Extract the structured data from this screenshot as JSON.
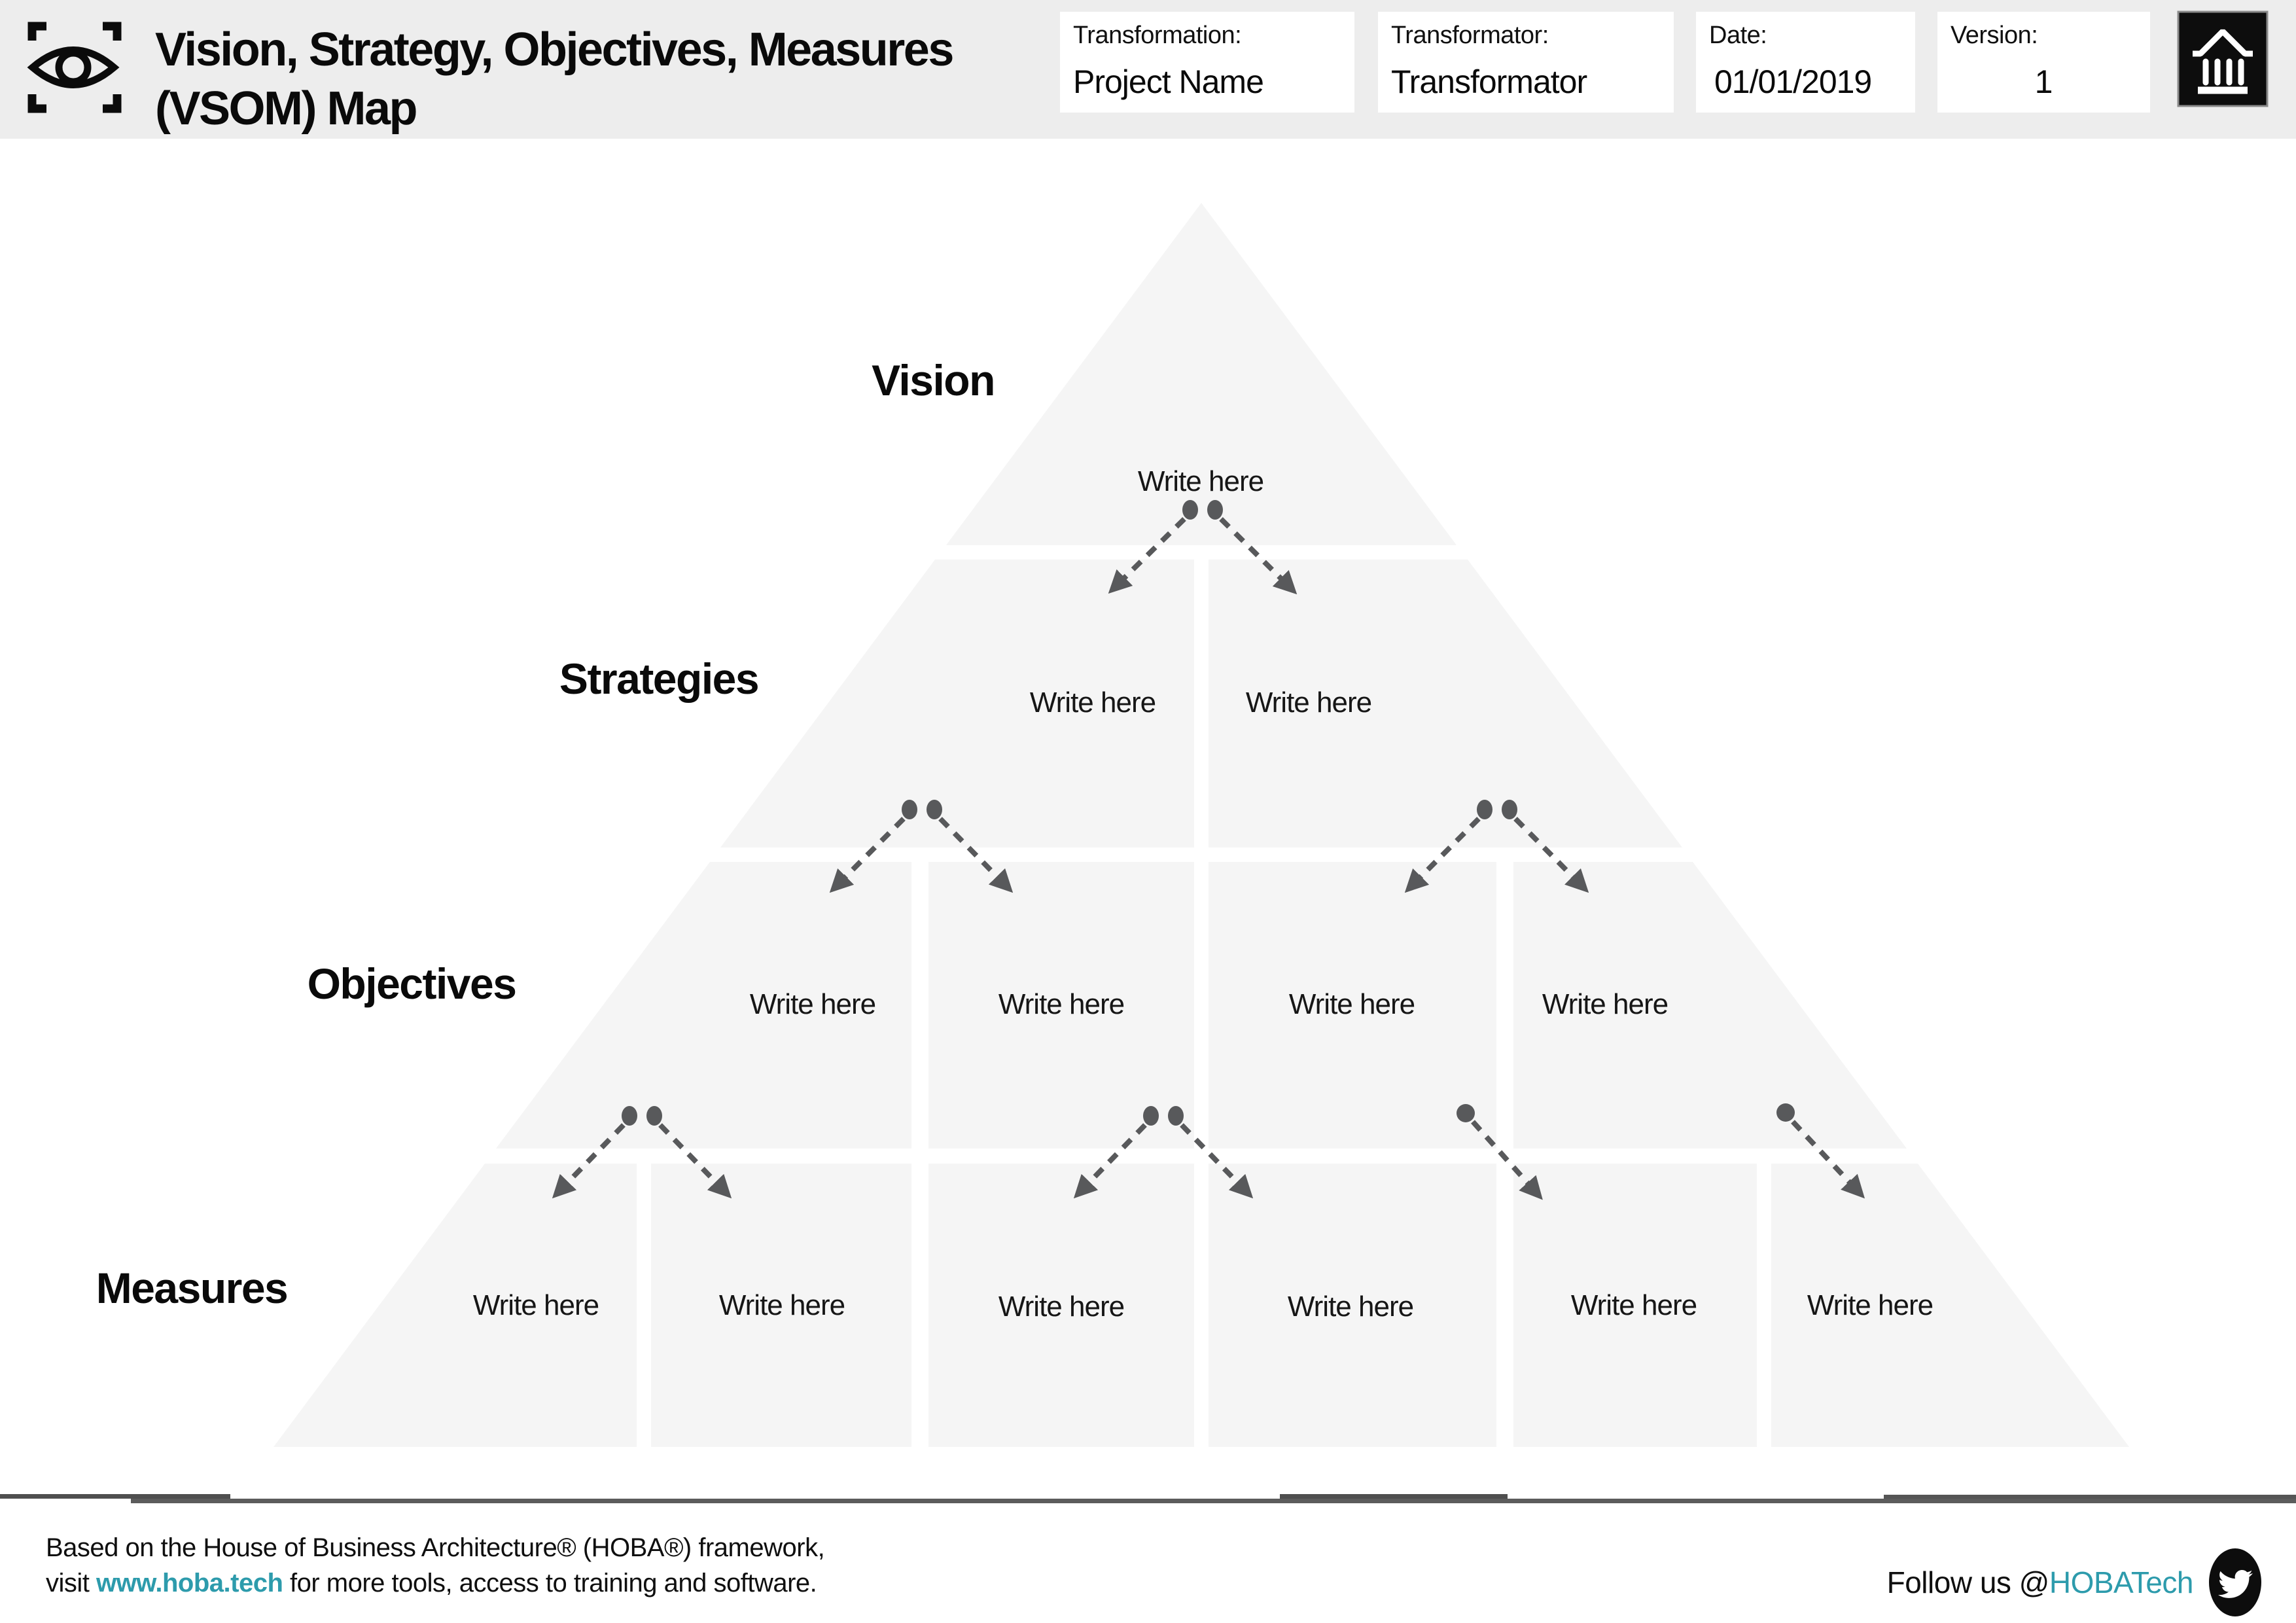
{
  "header": {
    "title_line1": "Vision, Strategy, Objectives, Measures",
    "title_line2": "(VSOM) Map",
    "fields": [
      {
        "label": "Transformation:",
        "value": "Project Name"
      },
      {
        "label": "Transformator:",
        "value": "Transformator"
      },
      {
        "label": "Date:",
        "value": "01/01/2019"
      },
      {
        "label": "Version:",
        "value": "1"
      }
    ]
  },
  "pyramid": {
    "levels": [
      {
        "label": "Vision",
        "items": [
          "Write here"
        ]
      },
      {
        "label": "Strategies",
        "items": [
          "Write here",
          "Write here"
        ]
      },
      {
        "label": "Objectives",
        "items": [
          "Write here",
          "Write here",
          "Write here",
          "Write here"
        ]
      },
      {
        "label": "Measures",
        "items": [
          "Write here",
          "Write here",
          "Write here",
          "Write here",
          "Write here",
          "Write here"
        ]
      }
    ]
  },
  "footer": {
    "credit_line1": "Based on the House of Business Architecture® (HOBA®) framework,",
    "credit_line2_prefix": "visit ",
    "credit_link": "www.hoba.tech",
    "credit_line2_suffix": " for more tools, access to training and software.",
    "follow_prefix": "Follow us @",
    "follow_handle": "HOBATech"
  },
  "icons": {
    "eye_frame": "eye-in-frame-icon",
    "building": "hoba-house-icon",
    "twitter": "twitter-bird-icon"
  },
  "colors": {
    "accent_teal": "#2D9BAC",
    "arrow_gray": "#58595B",
    "pyramid_fill": "#F5F5F5",
    "header_bg": "#EDEDED"
  }
}
